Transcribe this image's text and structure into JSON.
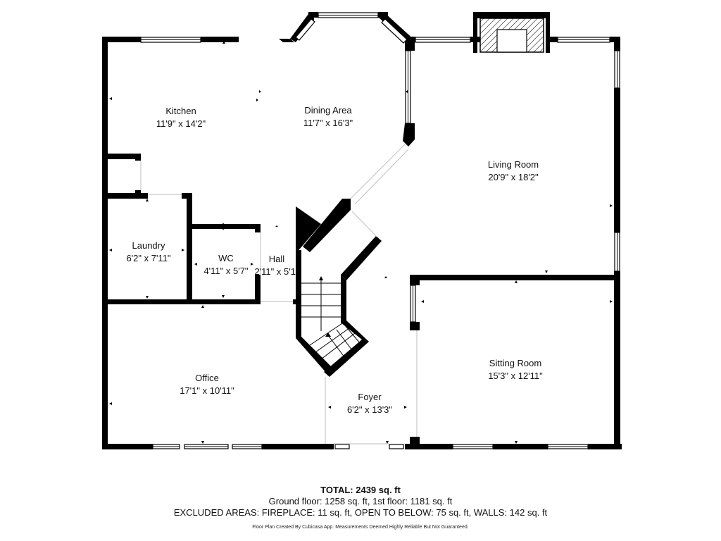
{
  "rooms": {
    "kitchen": {
      "name": "Kitchen",
      "dims": "11'9\" x 14'2\""
    },
    "dining": {
      "name": "Dining Area",
      "dims": "11'7\" x 16'3\""
    },
    "living": {
      "name": "Living Room",
      "dims": "20'9\" x 18'2\""
    },
    "laundry": {
      "name": "Laundry",
      "dims": "6'2\" x 7'11\""
    },
    "wc": {
      "name": "WC",
      "dims": "4'11\" x 5'7\""
    },
    "hall": {
      "name": "Hall",
      "dims": "2'11\" x 5'1\""
    },
    "office": {
      "name": "Office",
      "dims": "17'1\" x 10'11\""
    },
    "foyer": {
      "name": "Foyer",
      "dims": "6'2\" x 13'3\""
    },
    "sitting": {
      "name": "Sitting Room",
      "dims": "15'3\" x 12'11\""
    }
  },
  "totals": {
    "title": "TOTAL: 2439 sq. ft",
    "floors": "Ground floor: 1258 sq. ft, 1st floor: 1181 sq. ft",
    "excluded": "EXCLUDED AREAS: FIREPLACE: 11 sq. ft, OPEN TO BELOW: 75 sq. ft, WALLS: 142 sq. ft",
    "disclaimer": "Floor Plan Created By Cubicasa App. Measurements Deemed Highly Reliable But Not Guaranteed."
  },
  "colors": {
    "wall": "#000000",
    "background": "#ffffff",
    "opening": "#c8c8c8"
  }
}
